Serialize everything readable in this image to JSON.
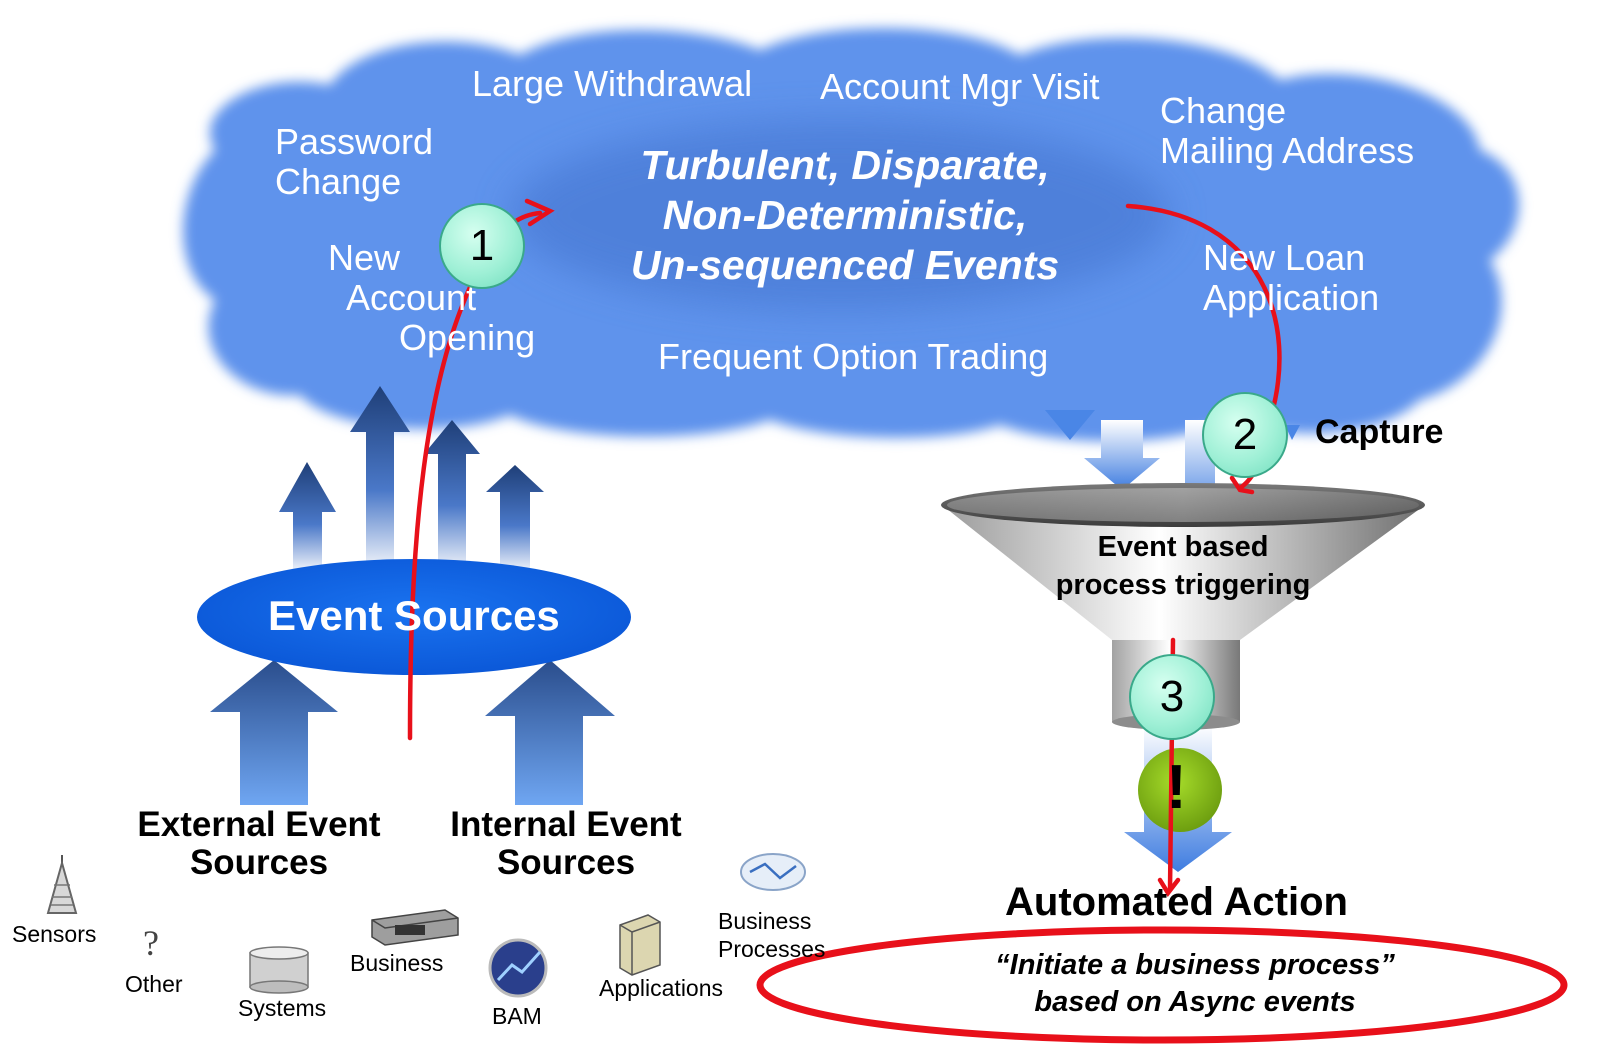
{
  "cloud": {
    "events": {
      "password_change": [
        "Password",
        "Change"
      ],
      "large_withdrawal": "Large Withdrawal",
      "account_mgr_visit": "Account Mgr Visit",
      "change_mailing": [
        "Change",
        "Mailing Address"
      ],
      "new_account": [
        "New",
        "Account",
        "Opening"
      ],
      "new_loan": [
        "New Loan",
        "Application"
      ],
      "frequent_option": "Frequent Option Trading"
    },
    "center": [
      "Turbulent, Disparate,",
      "Non-Deterministic,",
      "Un-sequenced Events"
    ]
  },
  "steps": [
    "1",
    "2",
    "3"
  ],
  "capture_label": "Capture",
  "event_sources_label": "Event Sources",
  "external_sources": [
    "External Event",
    "Sources"
  ],
  "internal_sources": [
    "Internal Event",
    "Sources"
  ],
  "source_items": {
    "sensors": "Sensors",
    "other": "Other",
    "systems": "Systems",
    "business": "Business",
    "bam": "BAM",
    "applications": "Applications",
    "business_processes": [
      "Business",
      "Processes"
    ]
  },
  "funnel_label": [
    "Event based",
    "process triggering"
  ],
  "alert_symbol": "!",
  "automated_action": "Automated Action",
  "result": [
    "“Initiate a business process”",
    "based on Async events"
  ],
  "colors": {
    "cloud": "#5b8fe8",
    "arrow_dark": "#2b4f8a",
    "arrow_light": "#6fa0ee",
    "red_path": "#e8101a",
    "event_sources": "#1060e0",
    "step_fill": "#9ff0d6",
    "alert_fill": "#8cc21a"
  }
}
